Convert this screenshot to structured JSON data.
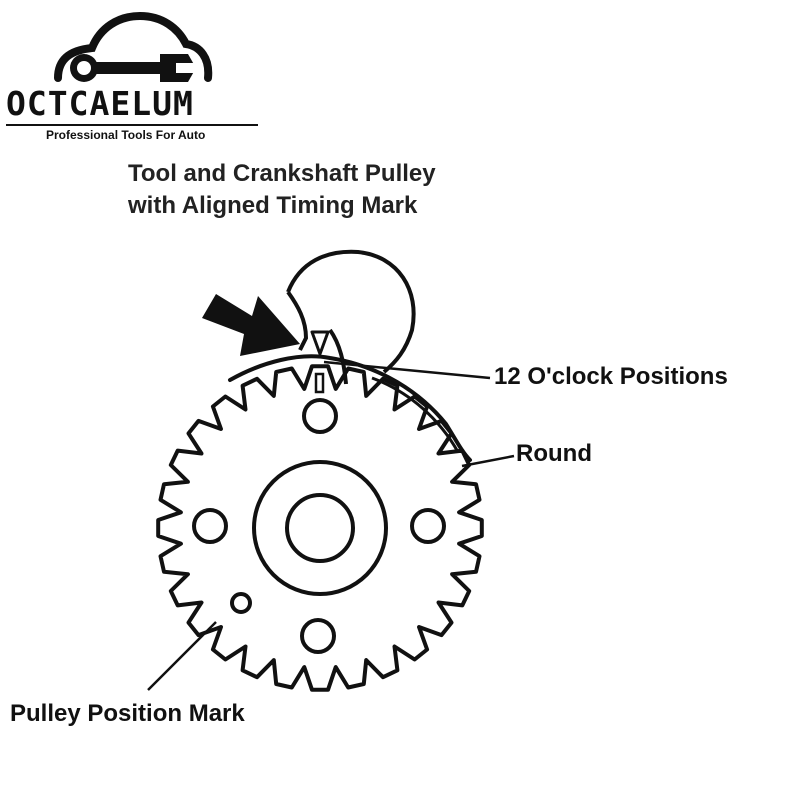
{
  "brand": {
    "name": "OCTCAELUM",
    "tagline": "Professional Tools For Auto",
    "logo_icon": "car-wrench-icon"
  },
  "diagram": {
    "title_line1": "Tool and Crankshaft Pulley",
    "title_line2": "with Aligned Timing Mark",
    "labels": {
      "twelve_oclock": "12 O'clock Positions",
      "round": "Round",
      "pulley_mark": "Pulley Position Mark"
    },
    "pulley": {
      "teeth": 28
    },
    "colors": {
      "ink": "#111111",
      "background": "#ffffff"
    }
  }
}
